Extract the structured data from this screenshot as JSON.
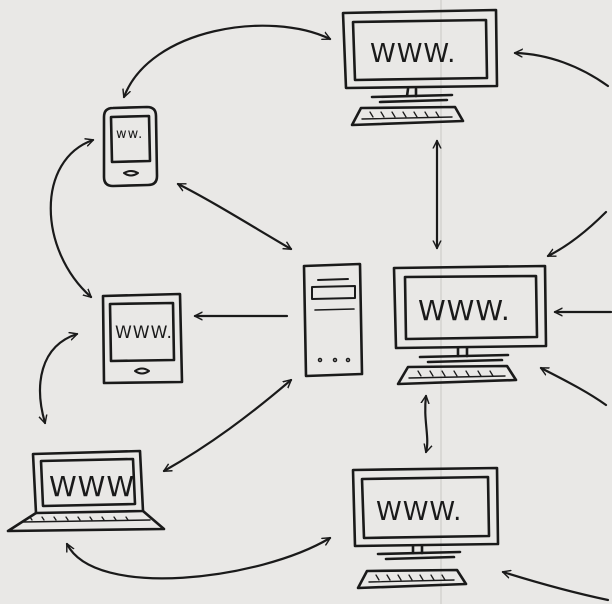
{
  "colors": {
    "paper": "#e9e8e6",
    "ink": "#1a1a1a",
    "fold_line": "#d6d5d2"
  },
  "nodes": {
    "monitor_top": {
      "label": "WWW."
    },
    "monitor_middle": {
      "label": "WWW."
    },
    "monitor_bottom": {
      "label": "WWW."
    },
    "phone": {
      "label": "ww."
    },
    "tablet": {
      "label": "WWW."
    },
    "laptop": {
      "label": "WWW"
    },
    "server": {
      "label": ""
    }
  }
}
